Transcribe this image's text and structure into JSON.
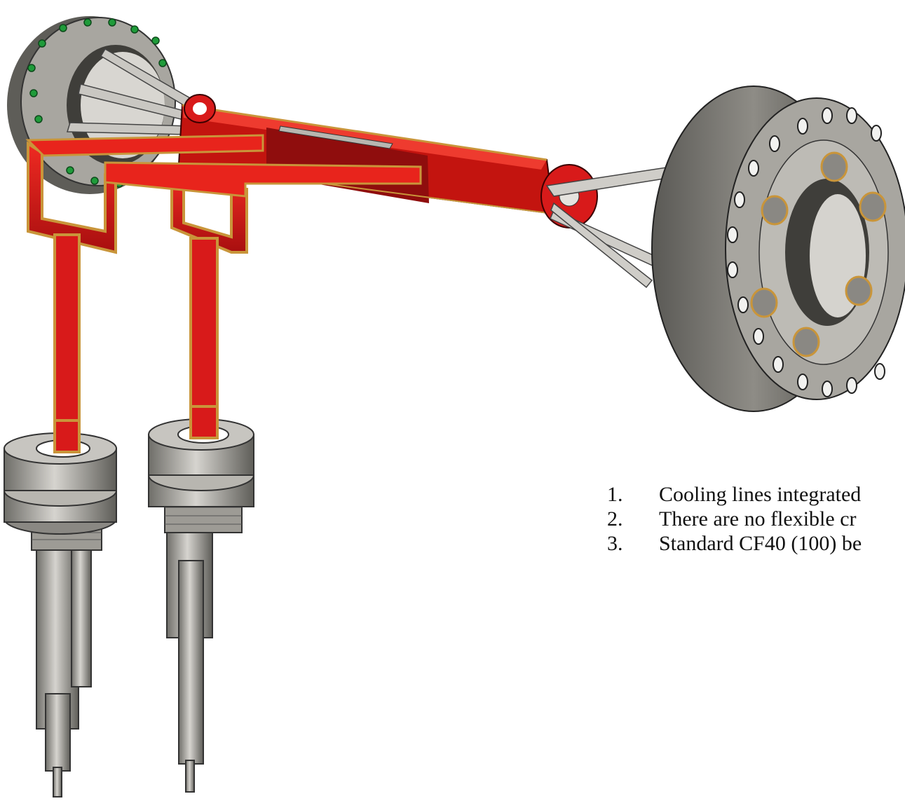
{
  "notes": [
    {
      "number": "1.",
      "text": "Cooling lines integrated"
    },
    {
      "number": "2.",
      "text": "There are no flexible cr"
    },
    {
      "number": "3.",
      "text": "Standard CF40 (100) be"
    }
  ],
  "colors": {
    "frame_red": "#d81a1a",
    "frame_dark_red": "#8f0d0d",
    "copper_trim": "#c9953a",
    "steel_light": "#c4c2bc",
    "steel_dark": "#6f6e69",
    "flange_face": "#a8a6a0",
    "hole_green": "#1f9b3a"
  }
}
